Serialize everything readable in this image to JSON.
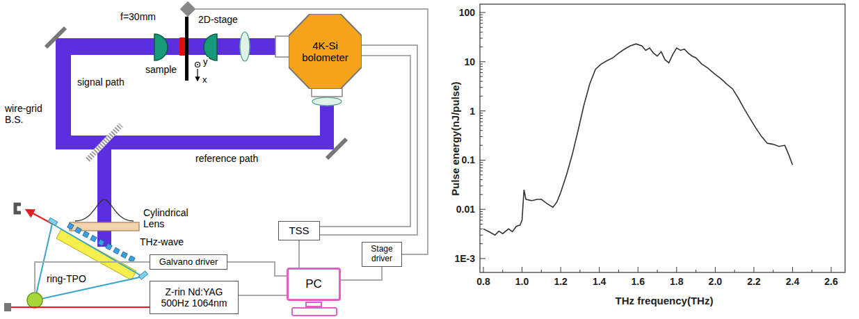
{
  "diagram": {
    "nodes": [
      {
        "text": [
          "4K-Si bolometer"
        ]
      },
      {
        "text": [
          "TSS"
        ]
      },
      {
        "text": [
          "Stage driver"
        ]
      },
      {
        "text": [
          "PC"
        ]
      },
      {
        "text": [
          "Galvano driver"
        ]
      },
      {
        "text": [
          "Z-rin Nd:YAG 500Hz 1064nm"
        ]
      }
    ],
    "edges": [
      {
        "from": 0,
        "to": 1,
        "arrow": "none"
      },
      {
        "from": 0,
        "to": 1,
        "arrow": "none"
      },
      {
        "from": 1,
        "to": 3,
        "arrow": "none"
      },
      {
        "from": 3,
        "to": 2,
        "arrow": "none"
      },
      {
        "from": 4,
        "to": 3,
        "arrow": "none"
      },
      {
        "from": 5,
        "to": 3,
        "arrow": "none"
      }
    ],
    "labels": [
      "f=30mm",
      "2D-stage",
      "signal path",
      "sample",
      "y",
      "x",
      "wire-grid B.S.",
      "reference path",
      "Cylindrical Lens",
      "THz-wave",
      "ring-TPO",
      "100",
      "10",
      "1",
      "0.1",
      "0.01",
      "1E-3",
      "0.8",
      "1.0",
      "1.2",
      "1.4",
      "1.6",
      "1.8",
      "2.0",
      "2.2",
      "2.4",
      "2.6",
      "Pulse energy(nJ/pulse)",
      "THz frequency(THz)"
    ]
  }
}
